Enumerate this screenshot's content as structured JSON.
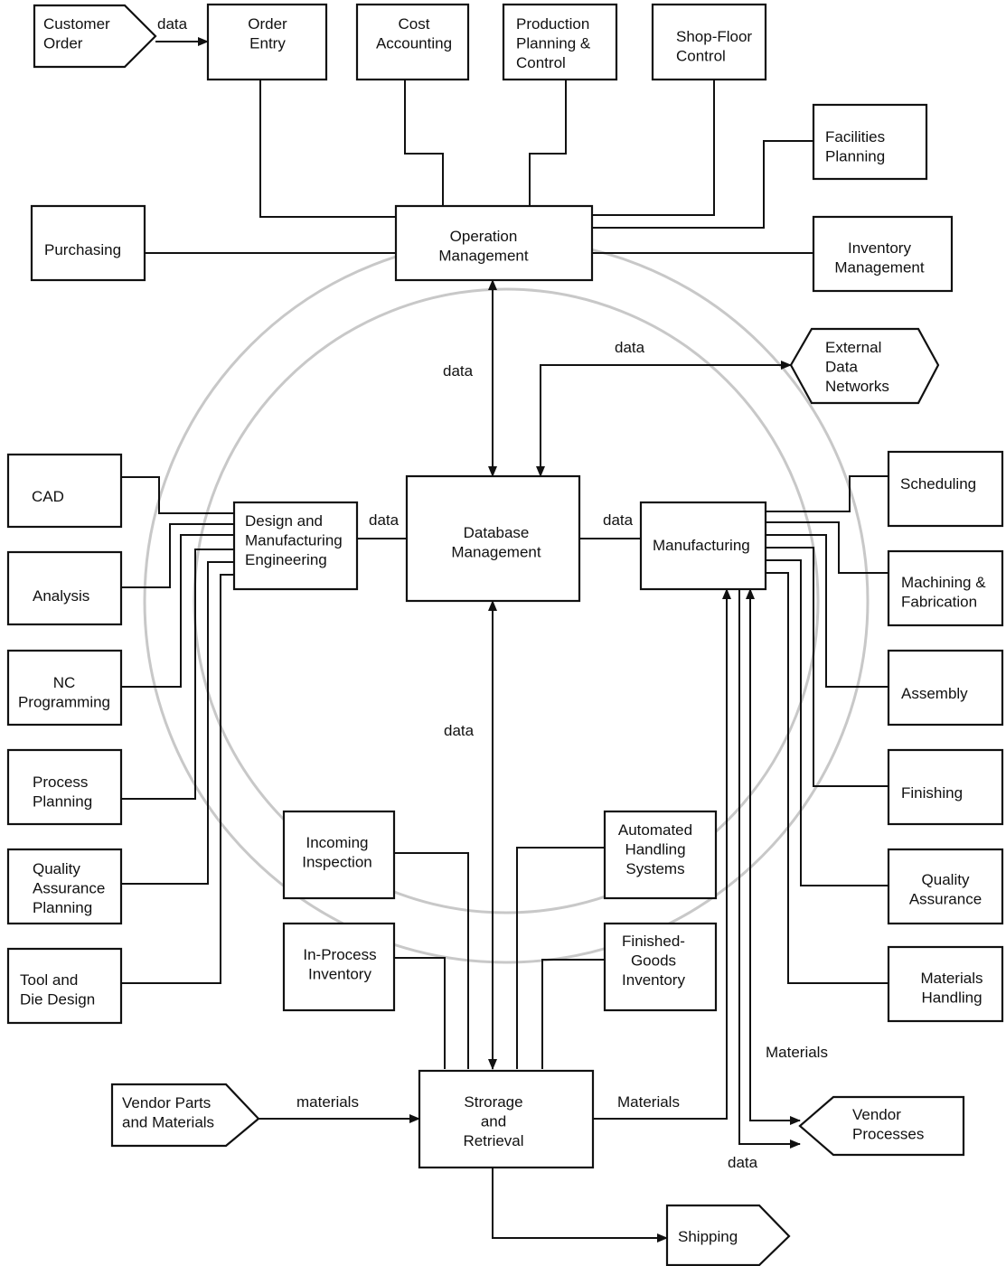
{
  "diagram": {
    "nodes": {
      "customer_order": [
        "Customer",
        "Order"
      ],
      "order_entry": [
        "Order",
        "Entry"
      ],
      "cost_accounting": [
        "Cost",
        "Accounting"
      ],
      "ppc": [
        "Production",
        "Planning &",
        "Control"
      ],
      "shop_floor": [
        "Shop-Floor",
        "Control"
      ],
      "facilities": [
        "Facilities",
        "Planning"
      ],
      "purchasing": [
        "Purchasing"
      ],
      "operation": [
        "Operation",
        "Management"
      ],
      "inventory_mgmt": [
        "Inventory",
        "Management"
      ],
      "external": [
        "External",
        "Data",
        "Networks"
      ],
      "cad": [
        "CAD"
      ],
      "analysis": [
        "Analysis"
      ],
      "nc": [
        "NC",
        "Programming"
      ],
      "process_planning": [
        "Process",
        "Planning"
      ],
      "qa_planning": [
        "Quality",
        "Assurance",
        "Planning"
      ],
      "tool_die": [
        "Tool and",
        "Die Design"
      ],
      "dme": [
        "Design and",
        "Manufacturing",
        "Engineering"
      ],
      "database": [
        "Database",
        "Management"
      ],
      "manufacturing": [
        "Manufacturing"
      ],
      "scheduling": [
        "Scheduling"
      ],
      "machining": [
        "Machining &",
        "Fabrication"
      ],
      "assembly": [
        "Assembly"
      ],
      "finishing": [
        "Finishing"
      ],
      "quality_assurance": [
        "Quality",
        "Assurance"
      ],
      "materials_handling": [
        "Materials",
        "Handling"
      ],
      "incoming": [
        "Incoming",
        "Inspection"
      ],
      "inprocess": [
        "In-Process",
        "Inventory"
      ],
      "automated": [
        "Automated",
        "Handling",
        "Systems"
      ],
      "finished_goods": [
        "Finished-",
        "Goods",
        "Inventory"
      ],
      "vendor_parts": [
        "Vendor Parts",
        "and Materials"
      ],
      "storage": [
        "Strorage",
        "and",
        "Retrieval"
      ],
      "vendor_processes": [
        "Vendor",
        "Processes"
      ],
      "shipping": [
        "Shipping"
      ]
    },
    "edge_labels": {
      "customer_data": "data",
      "op_db_data": "data",
      "external_data": "data",
      "dme_db_data": "data",
      "db_mfg_data": "data",
      "db_storage_data": "data",
      "vendor_materials": "materials",
      "storage_materials": "Materials",
      "vendor_proc_materials": "Materials",
      "vendor_proc_data": "data"
    }
  }
}
